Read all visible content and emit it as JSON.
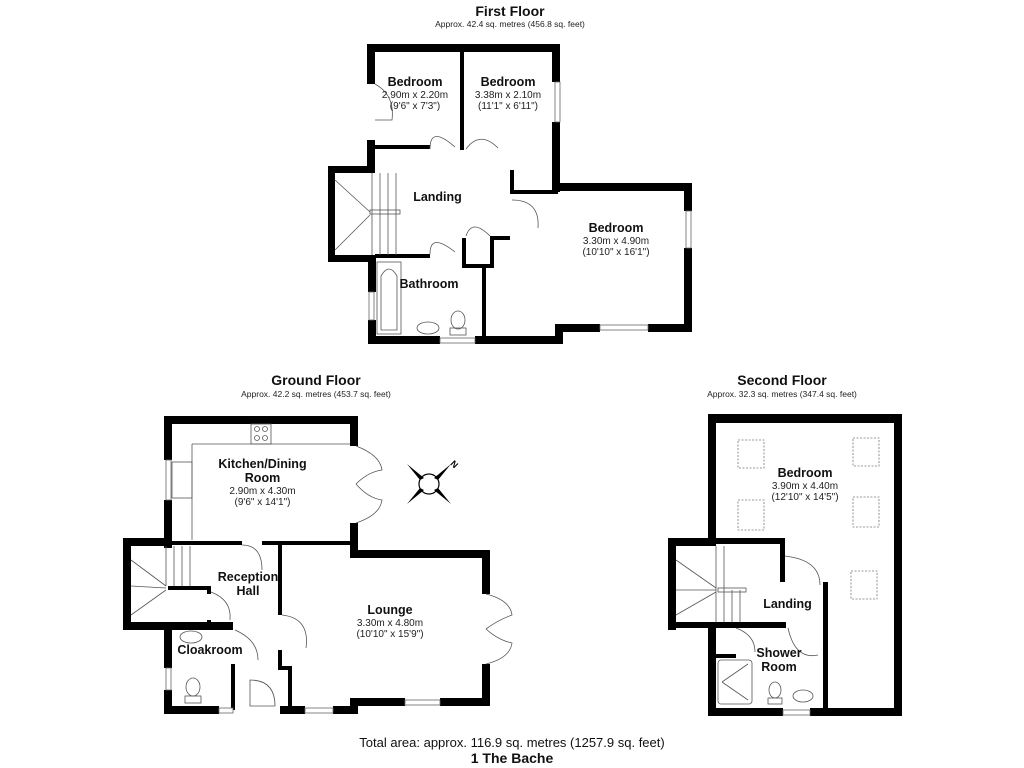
{
  "floors": {
    "first": {
      "title": "First Floor",
      "area": "Approx. 42.4 sq. metres (456.8 sq. feet)",
      "rooms": [
        {
          "name": "Bedroom",
          "metric": "2.90m x 2.20m",
          "imperial": "(9'6\" x 7'3\")"
        },
        {
          "name": "Bedroom",
          "metric": "3.38m x 2.10m",
          "imperial": "(11'1\" x 6'11\")"
        },
        {
          "name": "Landing"
        },
        {
          "name": "Bedroom",
          "metric": "3.30m x 4.90m",
          "imperial": "(10'10\" x 16'1\")"
        },
        {
          "name": "Bathroom"
        }
      ]
    },
    "ground": {
      "title": "Ground Floor",
      "area": "Approx. 42.2 sq. metres (453.7 sq. feet)",
      "rooms": [
        {
          "name": "Kitchen/Dining",
          "name2": "Room",
          "metric": "2.90m x 4.30m",
          "imperial": "(9'6\" x 14'1\")"
        },
        {
          "name": "Reception",
          "name2": "Hall"
        },
        {
          "name": "Lounge",
          "metric": "3.30m x 4.80m",
          "imperial": "(10'10\" x 15'9\")"
        },
        {
          "name": "Cloakroom"
        }
      ]
    },
    "second": {
      "title": "Second Floor",
      "area": "Approx. 32.3 sq. metres (347.4 sq. feet)",
      "rooms": [
        {
          "name": "Bedroom",
          "metric": "3.90m x 4.40m",
          "imperial": "(12'10\" x 14'5\")"
        },
        {
          "name": "Landing"
        },
        {
          "name": "Shower",
          "name2": "Room"
        }
      ]
    }
  },
  "compass": {
    "label": "N",
    "icon": "compass-icon"
  },
  "footer": {
    "total_area": "Total area: approx. 116.9 sq. metres (1257.9 sq. feet)",
    "property_name": "1 The Bache"
  }
}
